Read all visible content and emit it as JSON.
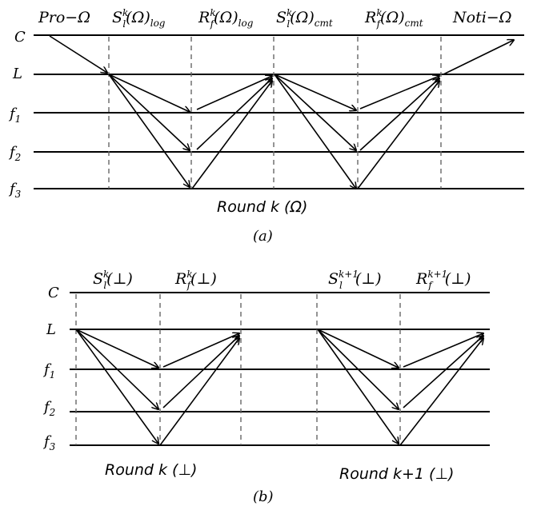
{
  "panel_a": {
    "phase_labels": [
      {
        "main": "Pro−Ω",
        "sup": "",
        "sub": ""
      },
      {
        "main": "S",
        "sup": "k",
        "sub": "l",
        "rest": "(Ω)",
        "rest_sub": "log"
      },
      {
        "main": "R",
        "sup": "k",
        "sub": "f",
        "rest": "(Ω)",
        "rest_sub": "log"
      },
      {
        "main": "S",
        "sup": "k",
        "sub": "l",
        "rest": "(Ω)",
        "rest_sub": "cmt"
      },
      {
        "main": "R",
        "sup": "k",
        "sub": "f",
        "rest": "(Ω)",
        "rest_sub": "cmt"
      },
      {
        "main": "Noti−Ω",
        "sup": "",
        "sub": ""
      }
    ],
    "rows": [
      {
        "main": "C",
        "sub": ""
      },
      {
        "main": "L",
        "sub": ""
      },
      {
        "main": "f",
        "sub": "1"
      },
      {
        "main": "f",
        "sub": "2"
      },
      {
        "main": "f",
        "sub": "3"
      }
    ],
    "round_label": "Round k (Ω)",
    "caption": "(a)"
  },
  "panel_b": {
    "phase_labels": [
      {
        "main": "S",
        "sup": "k",
        "sub": "l",
        "rest": "(⊥)"
      },
      {
        "main": "R",
        "sup": "k",
        "sub": "f",
        "rest": "(⊥)"
      },
      {
        "main": "S",
        "sup": "k+1",
        "sub": "l",
        "rest": "(⊥)"
      },
      {
        "main": "R",
        "sup": "k+1",
        "sub": "f",
        "rest": "(⊥)"
      }
    ],
    "rows": [
      {
        "main": "C",
        "sub": ""
      },
      {
        "main": "L",
        "sub": ""
      },
      {
        "main": "f",
        "sub": "1"
      },
      {
        "main": "f",
        "sub": "2"
      },
      {
        "main": "f",
        "sub": "3"
      }
    ],
    "round_labels": [
      "Round k (⊥)",
      "Round k+1 (⊥)"
    ],
    "caption": "(b)"
  }
}
